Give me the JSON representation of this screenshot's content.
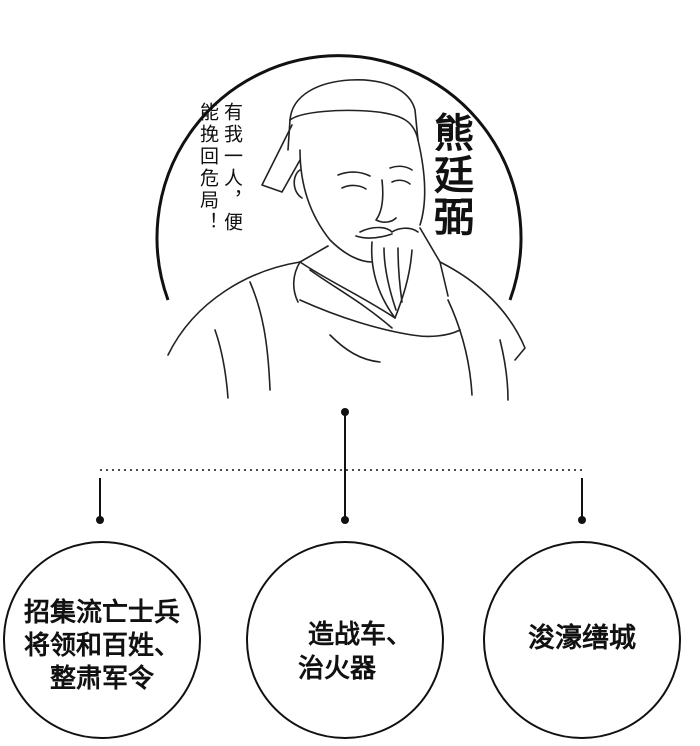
{
  "portrait": {
    "name": "熊廷弼",
    "quote_lines": [
      "有我一人，便",
      "能挽回危局！"
    ],
    "icon": "scholar-official-portrait-icon"
  },
  "nodes": [
    {
      "lines": [
        "招集流亡士兵",
        "将领和百姓、",
        "整肃军令"
      ]
    },
    {
      "lines": [
        "造战车、",
        "治火器"
      ]
    },
    {
      "lines": [
        "浚濠缮城"
      ]
    }
  ],
  "colors": {
    "ink": "#111111",
    "background": "#ffffff"
  }
}
